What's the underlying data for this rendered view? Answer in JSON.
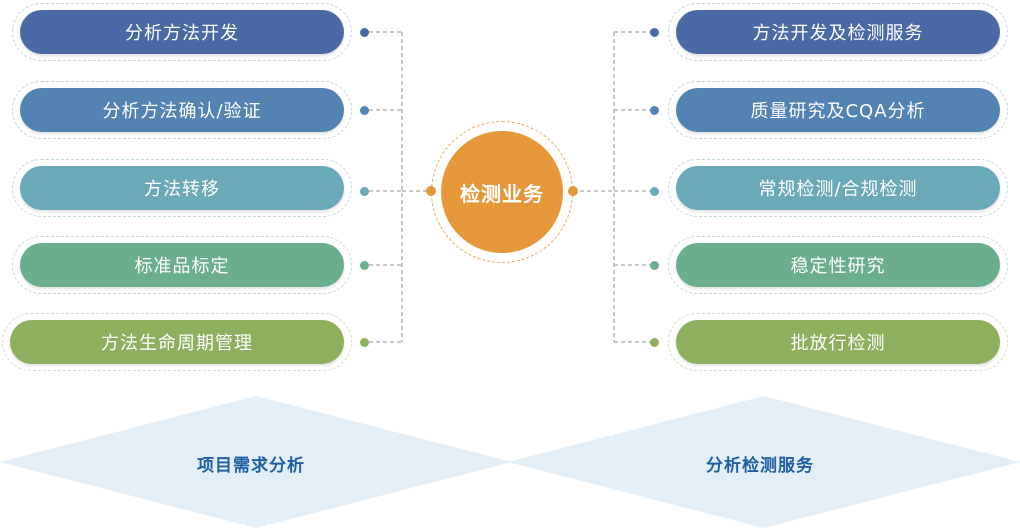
{
  "center": {
    "label": "检测业务",
    "color": "#e6973a"
  },
  "left_items": [
    {
      "label": "分析方法开发",
      "color": "#4a6aa5"
    },
    {
      "label": "分析方法确认/验证",
      "color": "#5383b2"
    },
    {
      "label": "方法转移",
      "color": "#6aa9b8"
    },
    {
      "label": "标准品标定",
      "color": "#6aae8e"
    },
    {
      "label": "方法生命周期管理",
      "color": "#8daf5e"
    }
  ],
  "right_items": [
    {
      "label": "方法开发及检测服务",
      "color": "#4a6aa5"
    },
    {
      "label": "质量研究及CQA分析",
      "color": "#5383b2"
    },
    {
      "label": "常规检测/合规检测",
      "color": "#6aa9b8"
    },
    {
      "label": "稳定性研究",
      "color": "#6aae8e"
    },
    {
      "label": "批放行检测",
      "color": "#8daf5e"
    }
  ],
  "base": {
    "left_label": "项目需求分析",
    "right_label": "分析检测服务",
    "fill_color": "#e3eef6",
    "text_color": "#1f5fa6"
  }
}
